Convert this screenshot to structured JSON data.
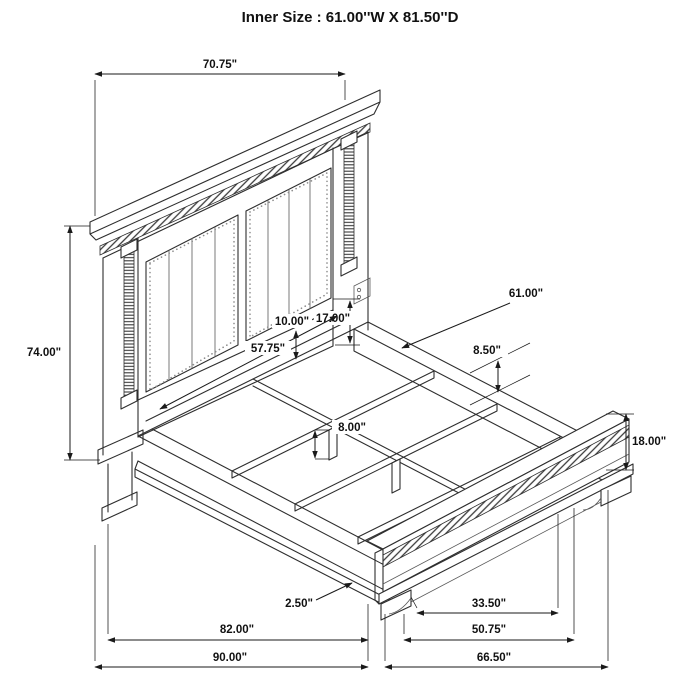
{
  "title": "Inner Size : 61.00''W X 81.50''D",
  "dimensions": {
    "headboard_width": "70.75\"",
    "headboard_height": "74.00\"",
    "inner_width": "61.00\"",
    "headboard_base_height": "10.00\"",
    "headboard_panel_offset": "17.00\"",
    "panel_width": "57.75\"",
    "slat_offset": "8.50\"",
    "center_leg_height": "8.00\"",
    "footboard_height": "18.00\"",
    "base_trim_height": "2.50\"",
    "foot_clearance_width": "33.50\"",
    "rail_length": "82.00\"",
    "footboard_section": "50.75\"",
    "overall_length": "90.00\"",
    "overall_width": "66.50\""
  }
}
